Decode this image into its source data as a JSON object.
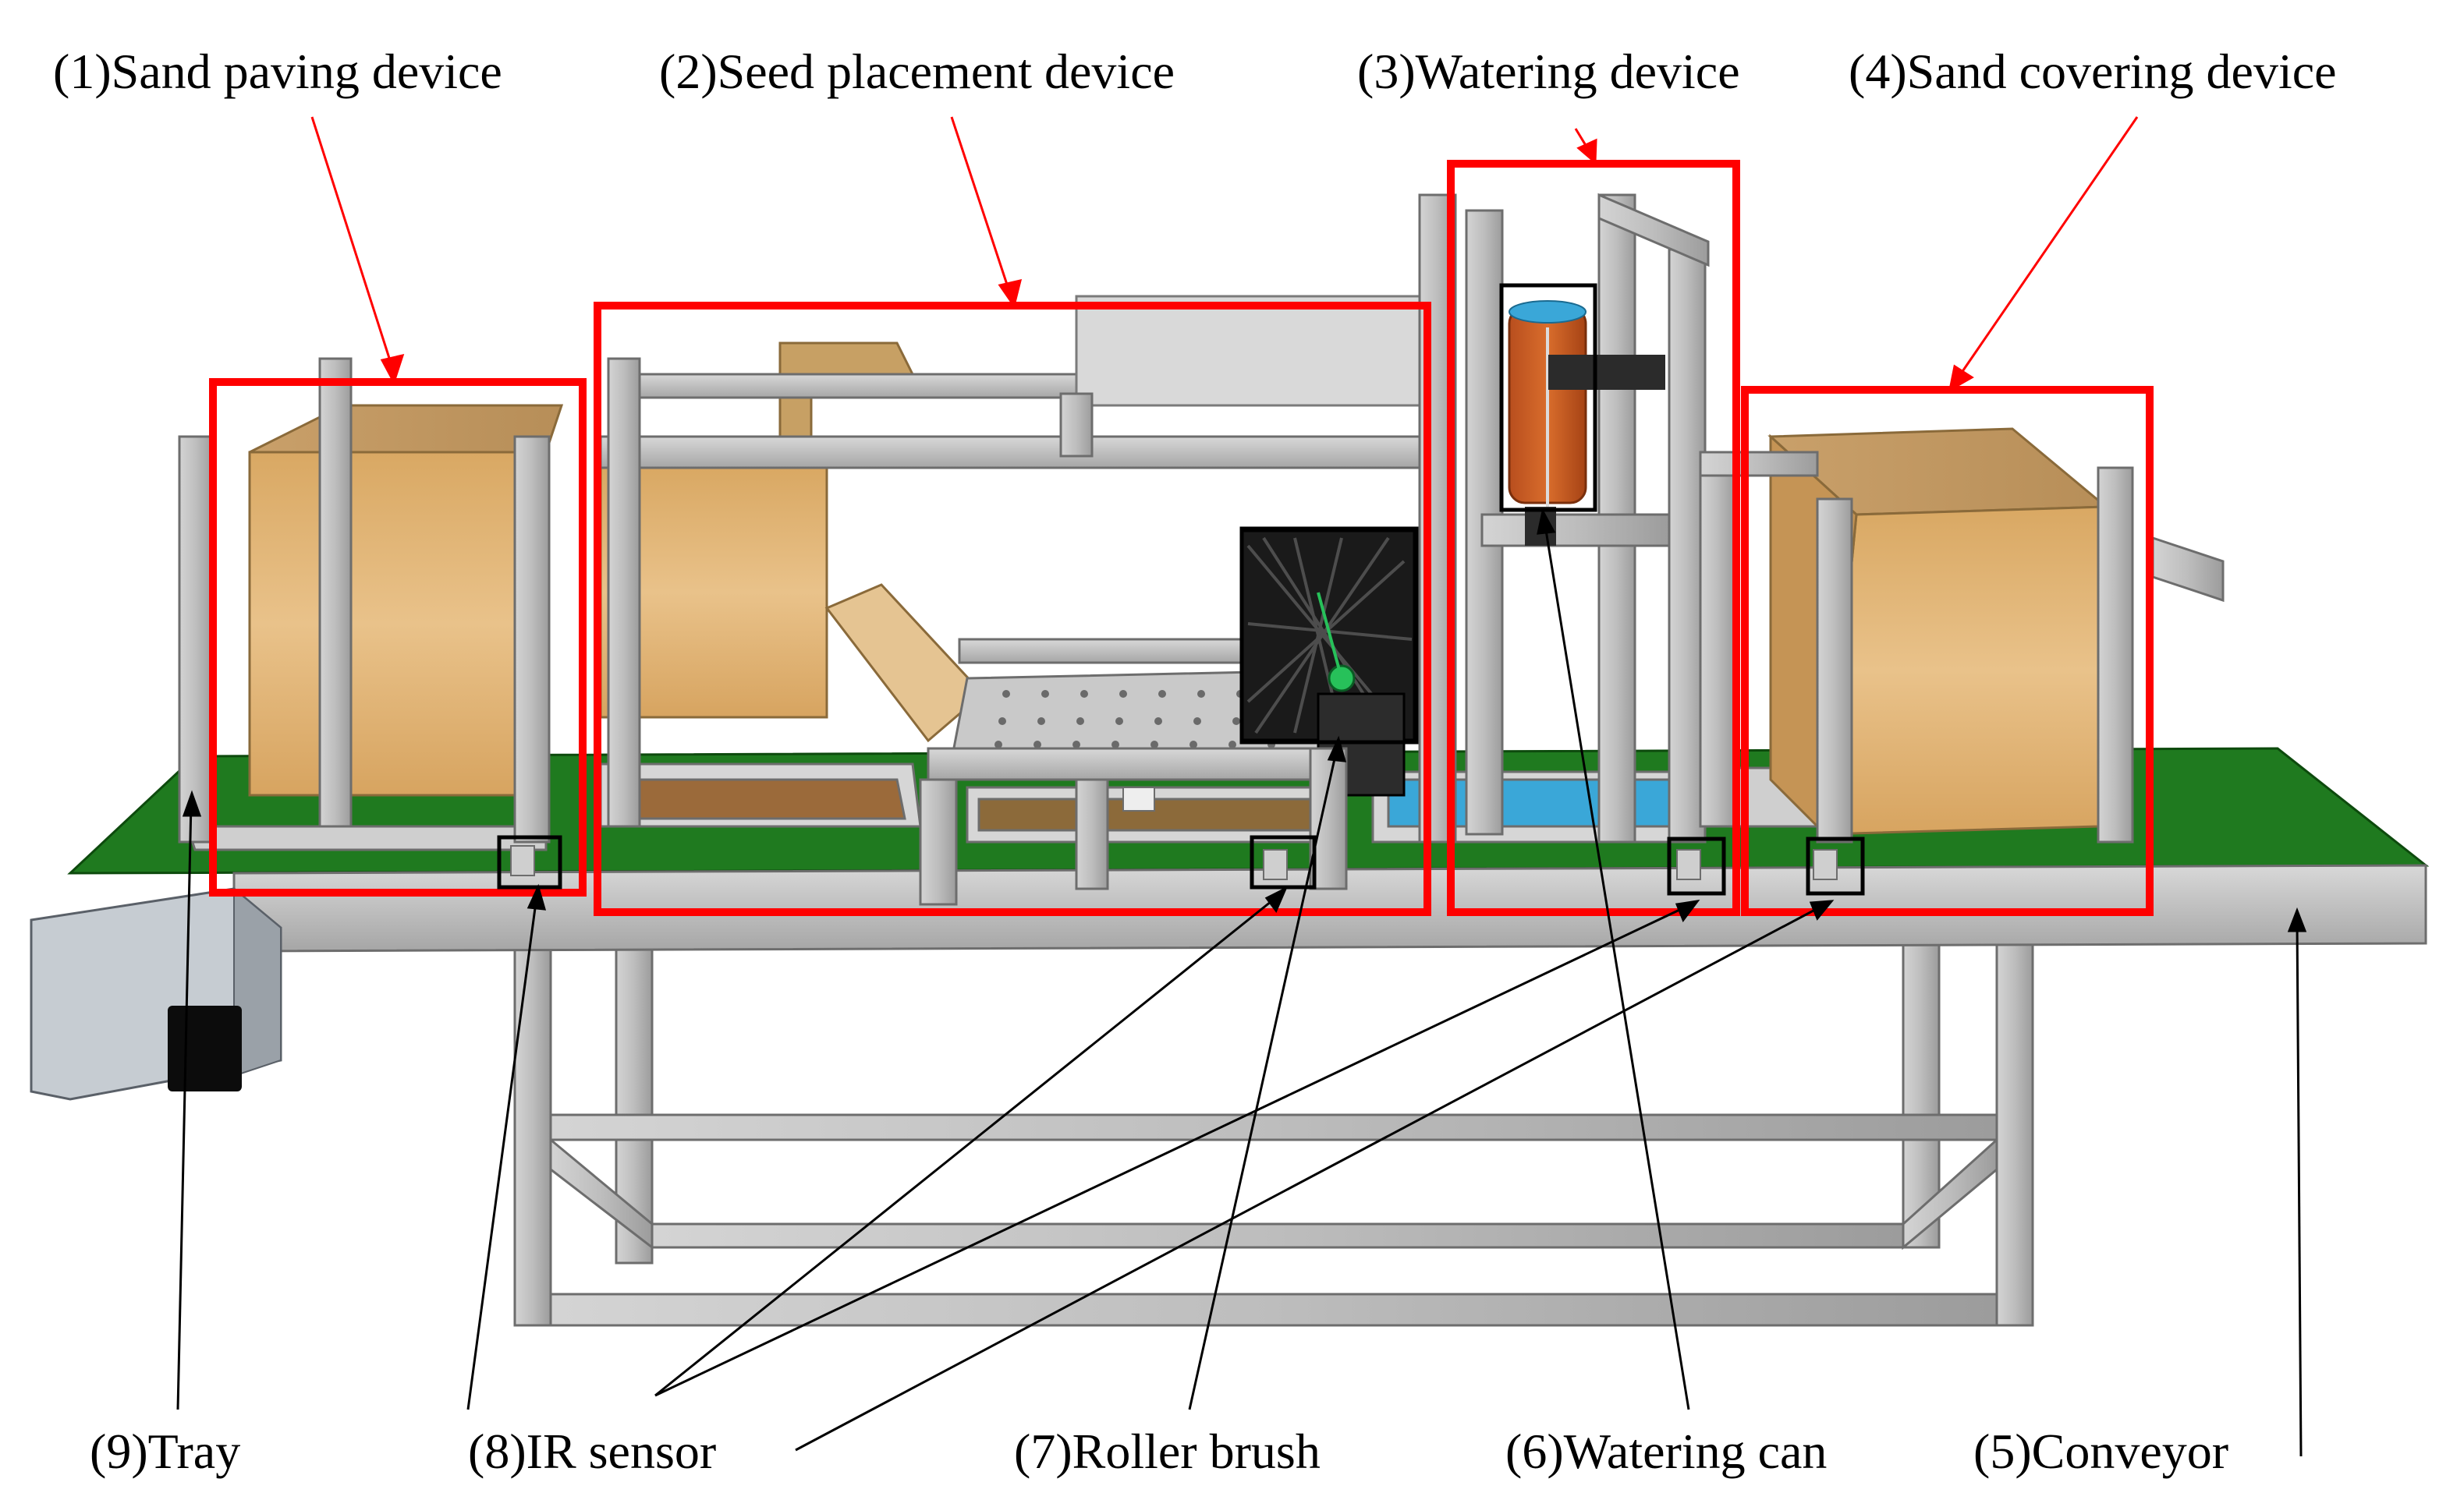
{
  "labels": {
    "sand_paving_device": "(1)Sand paving device",
    "seed_placement_device": "(2)Seed placement device",
    "watering_device": "(3)Watering device",
    "sand_covering_device": "(4)Sand covering device",
    "conveyor": "(5)Conveyor",
    "watering_can": "(6)Watering can",
    "roller_brush": "(7)Roller brush",
    "ir_sensor": "(8)IR sensor",
    "tray": "(9)Tray"
  },
  "colors": {
    "highlight_box": "#ff0000",
    "conveyor_belt": "#1f7a1f",
    "frame": "#b8b8b8",
    "box_wood": "#e2b679",
    "water": "#3aa7d8",
    "sensor_box": "#000000"
  }
}
